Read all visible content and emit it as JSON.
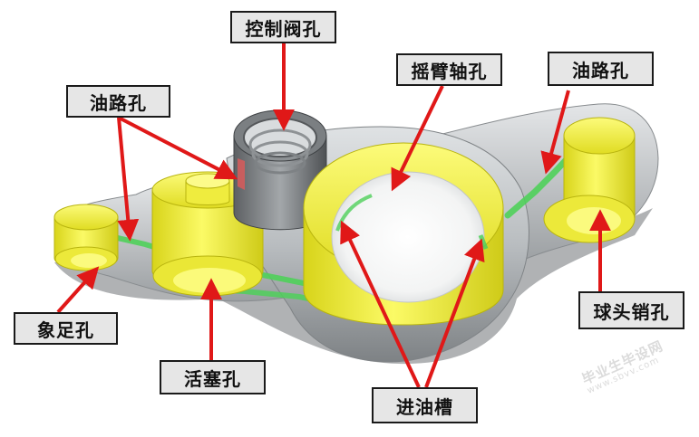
{
  "labels": {
    "control_valve_hole": "控制阀孔",
    "oil_path_left": "油路孔",
    "rocker_shaft_hole": "摇臂轴孔",
    "oil_path_right": "油路孔",
    "elephant_foot_hole": "象足孔",
    "piston_hole": "活塞孔",
    "oil_inlet_groove": "进油槽",
    "ball_pin_hole": "球头销孔"
  },
  "watermark": {
    "main": "毕业生毕设网",
    "url": "www.sbvv.com"
  },
  "colors": {
    "body_gray": "#bfc3c6",
    "hole_yellow": "#f2f03c",
    "oil_channel_green": "#4fd05a",
    "arrow_red": "#e01818",
    "label_bg": "#e6e6e6"
  }
}
